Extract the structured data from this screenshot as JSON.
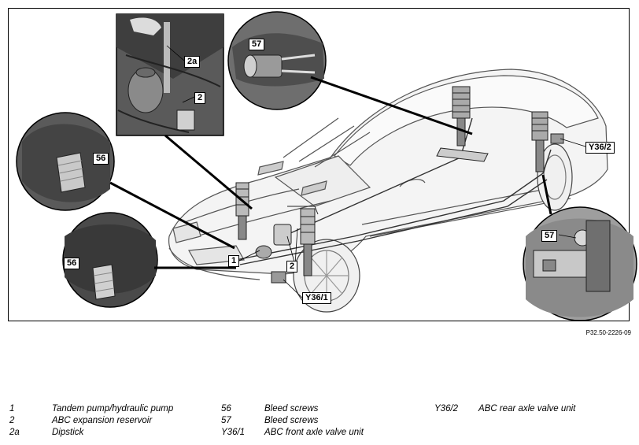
{
  "figure_id": "P32.50-2226-09",
  "callouts": {
    "c_2a": "2a",
    "c_2_inset": "2",
    "c_57_top": "57",
    "c_56_top": "56",
    "c_56_bottom": "56",
    "c_1": "1",
    "c_2_main": "2",
    "c_y361": "Y36/1",
    "c_y362": "Y36/2",
    "c_57_right": "57"
  },
  "legend": [
    {
      "key": "1",
      "text": "Tandem pump/hydraulic pump"
    },
    {
      "key": "2",
      "text": "ABC expansion reservoir"
    },
    {
      "key": "2a",
      "text": "Dipstick"
    },
    {
      "key": "56",
      "text": "Bleed screws"
    },
    {
      "key": "57",
      "text": "Bleed screws"
    },
    {
      "key": "Y36/1",
      "text": "ABC front axle valve unit"
    },
    {
      "key": "Y36/2",
      "text": "ABC rear axle valve unit"
    }
  ]
}
